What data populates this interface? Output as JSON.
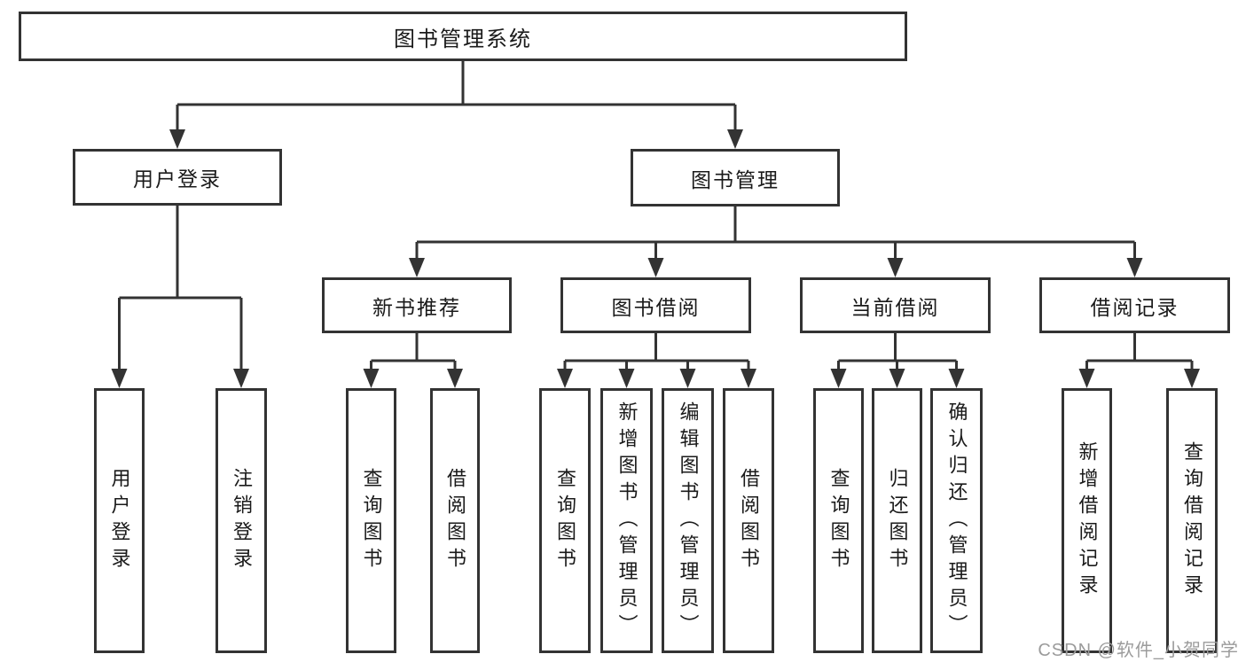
{
  "title": "图书管理系统",
  "level2": {
    "user_login": "用户登录",
    "book_management": "图书管理"
  },
  "level3": {
    "new_book": "新书推荐",
    "borrowing": "图书借阅",
    "current": "当前借阅",
    "records": "借阅记录"
  },
  "leaves": {
    "user_login": [
      "用户登录",
      "注销登录"
    ],
    "new_book": [
      "查询图书",
      "借阅图书"
    ],
    "borrowing": [
      "查询图书",
      "新增图书（管理员）",
      "编辑图书（管理员）",
      "借阅图书"
    ],
    "current": [
      "查询图书",
      "归还图书",
      "确认归还（管理员）"
    ],
    "records": [
      "新增借阅记录",
      "查询借阅记录"
    ]
  },
  "watermark": "CSDN @软件_小贺同学",
  "colors": {
    "line": "#333333",
    "border": "#333333",
    "text": "#1a1a1a",
    "watermark": "#9b9b9b",
    "background": "#ffffff"
  }
}
